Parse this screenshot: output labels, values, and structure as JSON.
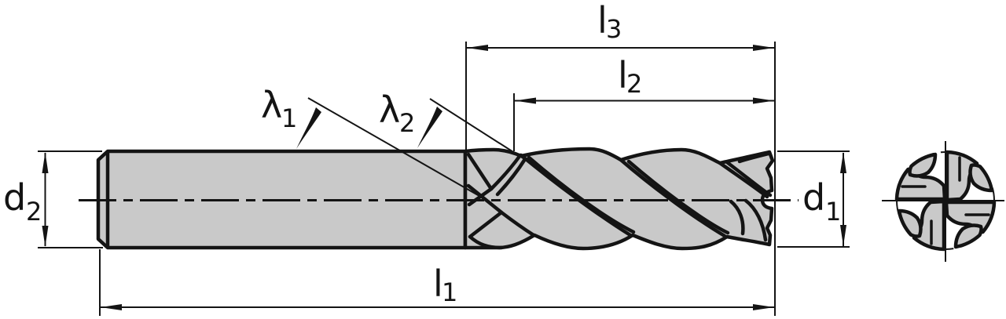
{
  "labels": {
    "l3": {
      "base": "l",
      "sub": "3"
    },
    "l2": {
      "base": "l",
      "sub": "2"
    },
    "l1": {
      "base": "l",
      "sub": "1"
    },
    "d2": {
      "base": "d",
      "sub": "2"
    },
    "d1": {
      "base": "d",
      "sub": "1"
    },
    "lambda1": {
      "base": "λ",
      "sub": "1"
    },
    "lambda2": {
      "base": "λ",
      "sub": "2"
    }
  },
  "colors": {
    "background": "#ffffff",
    "body-fill": "#c9c9c9",
    "line": "#141414"
  }
}
